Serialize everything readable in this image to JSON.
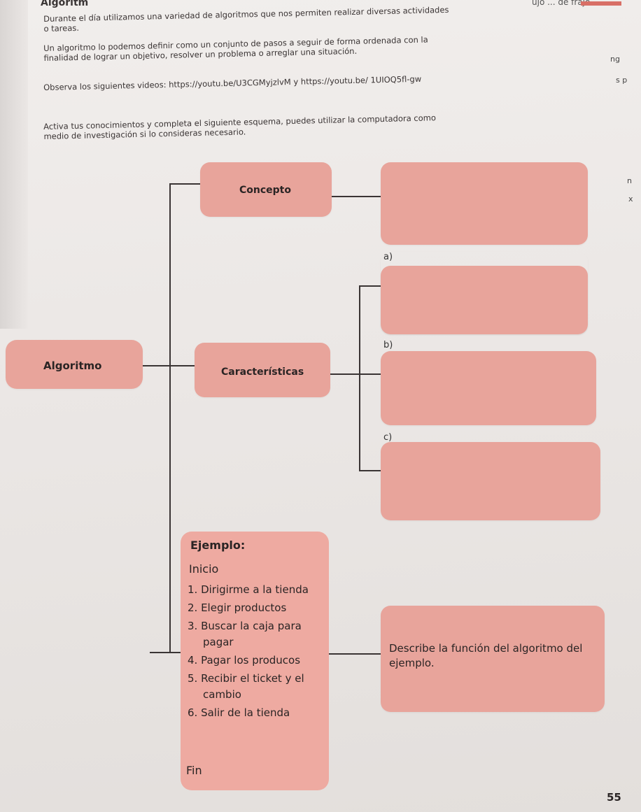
{
  "header": {
    "title": "Algoritm",
    "right_partial": "ujo ... de frajo"
  },
  "intro": {
    "p1": "Durante el día utilizamos una variedad de algoritmos que nos permiten realizar diversas actividades o tareas.",
    "p2": "Un algoritmo lo podemos definir como un conjunto de pasos a seguir de forma ordenada con la finalidad de lograr un objetivo, resolver un problema o arreglar una situación.",
    "p3": "Observa los siguientes videos: https://youtu.be/U3CGMyjzlvM y https://youtu.be/ 1UIOQ5fl-gw",
    "p4": "Activa tus conocimientos y completa el siguiente esquema, puedes utilizar la computadora como medio de investigación si lo consideras necesario."
  },
  "edge_fragments": {
    "e1": "ng",
    "e2": "s p",
    "e3": "n",
    "e4": "x"
  },
  "diagram": {
    "root": "Algoritmo",
    "concept": "Concepto",
    "features": "Características",
    "letters": [
      "a)",
      "b)",
      "c)"
    ],
    "example": {
      "heading": "Ejemplo:",
      "start": "Inicio",
      "steps": [
        "1. Dirigirme a la tienda",
        "2. Elegir productos",
        "3. Buscar la caja para pagar",
        "4. Pagar los producos",
        "5. Recibir el ticket y el cambio",
        "6. Salir de la tienda"
      ],
      "end": "Fin"
    },
    "example_prompt": "Describe la función del algoritmo del ejemplo."
  },
  "footer": {
    "page_number": "55"
  },
  "colors": {
    "box_fill": "#e8a49b",
    "connector": "#3a3434",
    "page_bg": "#ebe7e5"
  }
}
